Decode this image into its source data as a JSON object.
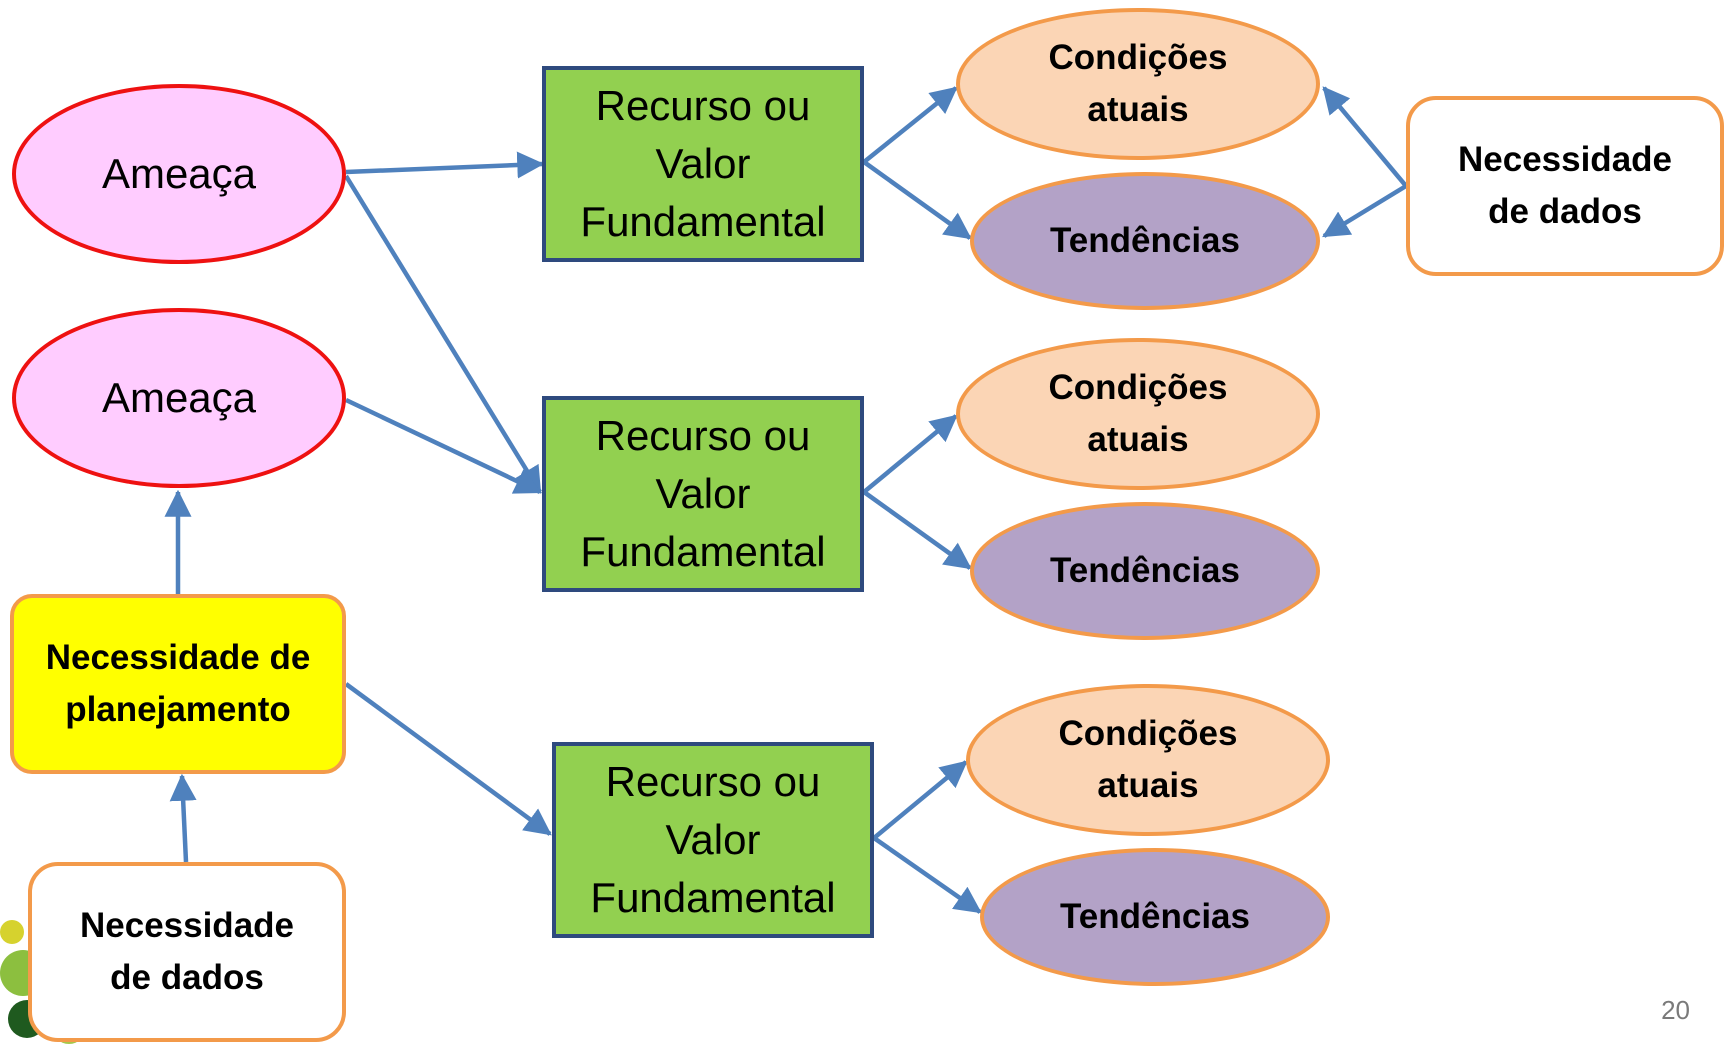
{
  "threats": [
    {
      "label": "Ameaça"
    },
    {
      "label": "Ameaça"
    }
  ],
  "planning_need": {
    "label": "Necessidade de\nplanejamento"
  },
  "resources": [
    {
      "label": "Recurso ou\nValor\nFundamental"
    },
    {
      "label": "Recurso ou\nValor\nFundamental"
    },
    {
      "label": "Recurso ou\nValor\nFundamental"
    }
  ],
  "current_conditions": [
    {
      "label": "Condições\natuais"
    },
    {
      "label": "Condições\natuais"
    },
    {
      "label": "Condições\natuais"
    }
  ],
  "trends": [
    {
      "label": "Tendências"
    },
    {
      "label": "Tendências"
    },
    {
      "label": "Tendências"
    }
  ],
  "data_needs": [
    {
      "label": "Necessidade\nde dados"
    },
    {
      "label": "Necessidade\nde dados"
    }
  ],
  "page_number": "20",
  "colors": {
    "arrow": "#4f81bd",
    "threat_fill": "#ffccff",
    "threat_border": "#ee1111",
    "resource_fill": "#92d050",
    "resource_border": "#2e4a7e",
    "condition_fill": "#fbd5b5",
    "trend_fill": "#b3a2c7",
    "node_border": "#f39a4a",
    "planning_fill": "#ffff00"
  }
}
